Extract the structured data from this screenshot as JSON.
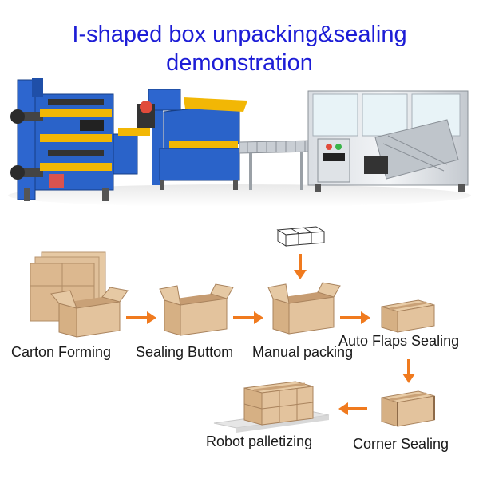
{
  "title": {
    "line1": "I-shaped box unpacking&sealing",
    "line2": "demonstration"
  },
  "colors": {
    "title": "#1d1dd6",
    "arrow": "#f07a1e",
    "cardboard": "#dcb88f",
    "machine_blue": "#2a63c9",
    "machine_yellow": "#f2b705"
  },
  "steps": [
    {
      "label": "Carton Forming"
    },
    {
      "label": "Sealing Buttom"
    },
    {
      "label": "Manual packing"
    },
    {
      "label": "Auto Flaps Sealing"
    },
    {
      "label": "Corner Sealing"
    },
    {
      "label": "Robot palletizing"
    }
  ]
}
